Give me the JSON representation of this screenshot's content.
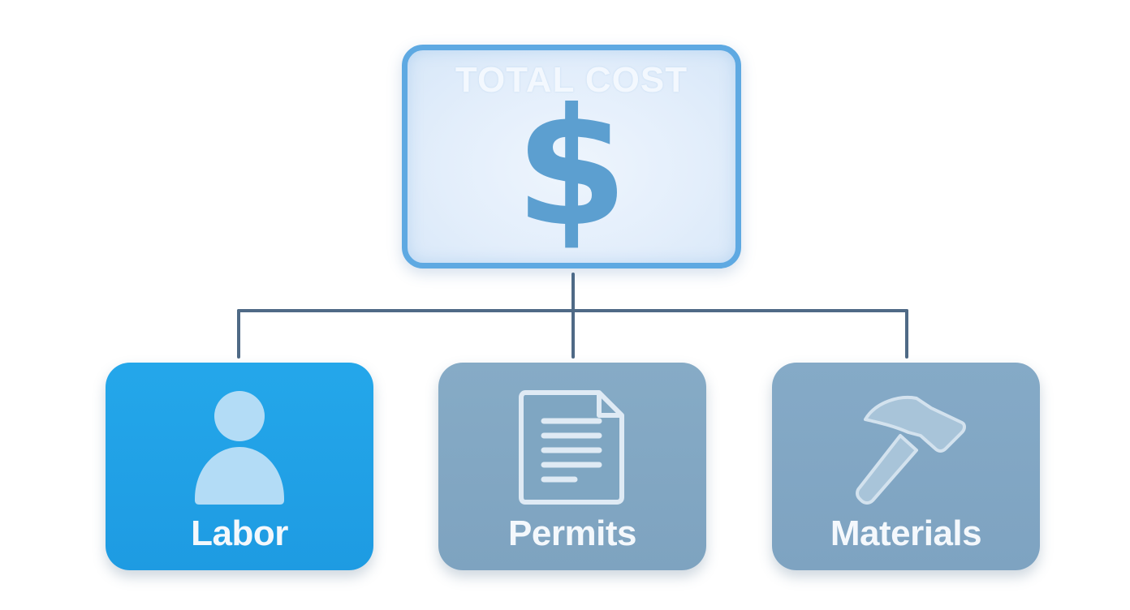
{
  "diagram": {
    "root": {
      "title": "TOTAL COST",
      "symbol": "$",
      "icon": "dollar-sign-icon"
    },
    "children": [
      {
        "label": "Labor",
        "icon": "person-icon",
        "color": "#1fa0e6"
      },
      {
        "label": "Permits",
        "icon": "document-icon",
        "color": "#82a7c3"
      },
      {
        "label": "Materials",
        "icon": "hammer-icon",
        "color": "#82a7c4"
      }
    ],
    "colors": {
      "root_border": "#5ea9e2",
      "root_fill": "#e3eefb",
      "connector": "#4f6a86"
    }
  }
}
